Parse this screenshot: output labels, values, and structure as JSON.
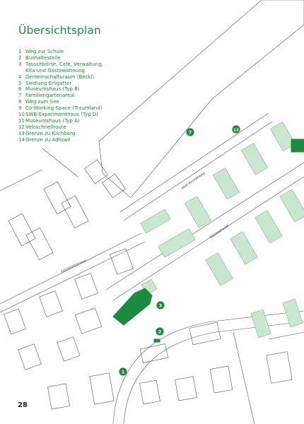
{
  "title": "Übersichtsplan",
  "legend": [
    {
      "num": "1",
      "text": "Weg zur Schule"
    },
    {
      "num": "2",
      "text": "Bushaltestelle"
    },
    {
      "num": "3",
      "text": "Tauschbörse, Café, Verwaltung,"
    },
    {
      "num": "",
      "text": "Kita und Gästewohnung"
    },
    {
      "num": "4",
      "text": "Gemeinschaftsraum (Beckl)"
    },
    {
      "num": "5",
      "text": "Siedlung Erligatter"
    },
    {
      "num": "6",
      "text": "Museumshaus (Typ B)"
    },
    {
      "num": "7",
      "text": "Familiengartenareal"
    },
    {
      "num": "8",
      "text": "Weg zum See"
    },
    {
      "num": "9",
      "text": "Co-Working-Space (Traumland)"
    },
    {
      "num": "10",
      "text": "SWB-Experimenthaus (Typ D)"
    },
    {
      "num": "11",
      "text": "Museumshaus (Typ A)"
    },
    {
      "num": "12",
      "text": "Veloschnellroute"
    },
    {
      "num": "13",
      "text": "Grenze zu Kilchberg"
    },
    {
      "num": "14",
      "text": "Grenze zu Adliswil"
    }
  ],
  "streets": {
    "alter_kirchenweg": "Alter Kirchenweg",
    "oelbuehlstrasse": "Ölbühlstrasse",
    "kalchbuehlstrasse": "Kalchbühlstrasse"
  },
  "markers": {
    "m1": "1",
    "m2": "2",
    "m3": "3",
    "m7": "7",
    "m12": "12"
  },
  "page_number": "28",
  "colors": {
    "accent": "#1e8a3f",
    "building_dark": "#1e8a3f",
    "building_light": "#c9e6cf",
    "outline": "#555555"
  }
}
